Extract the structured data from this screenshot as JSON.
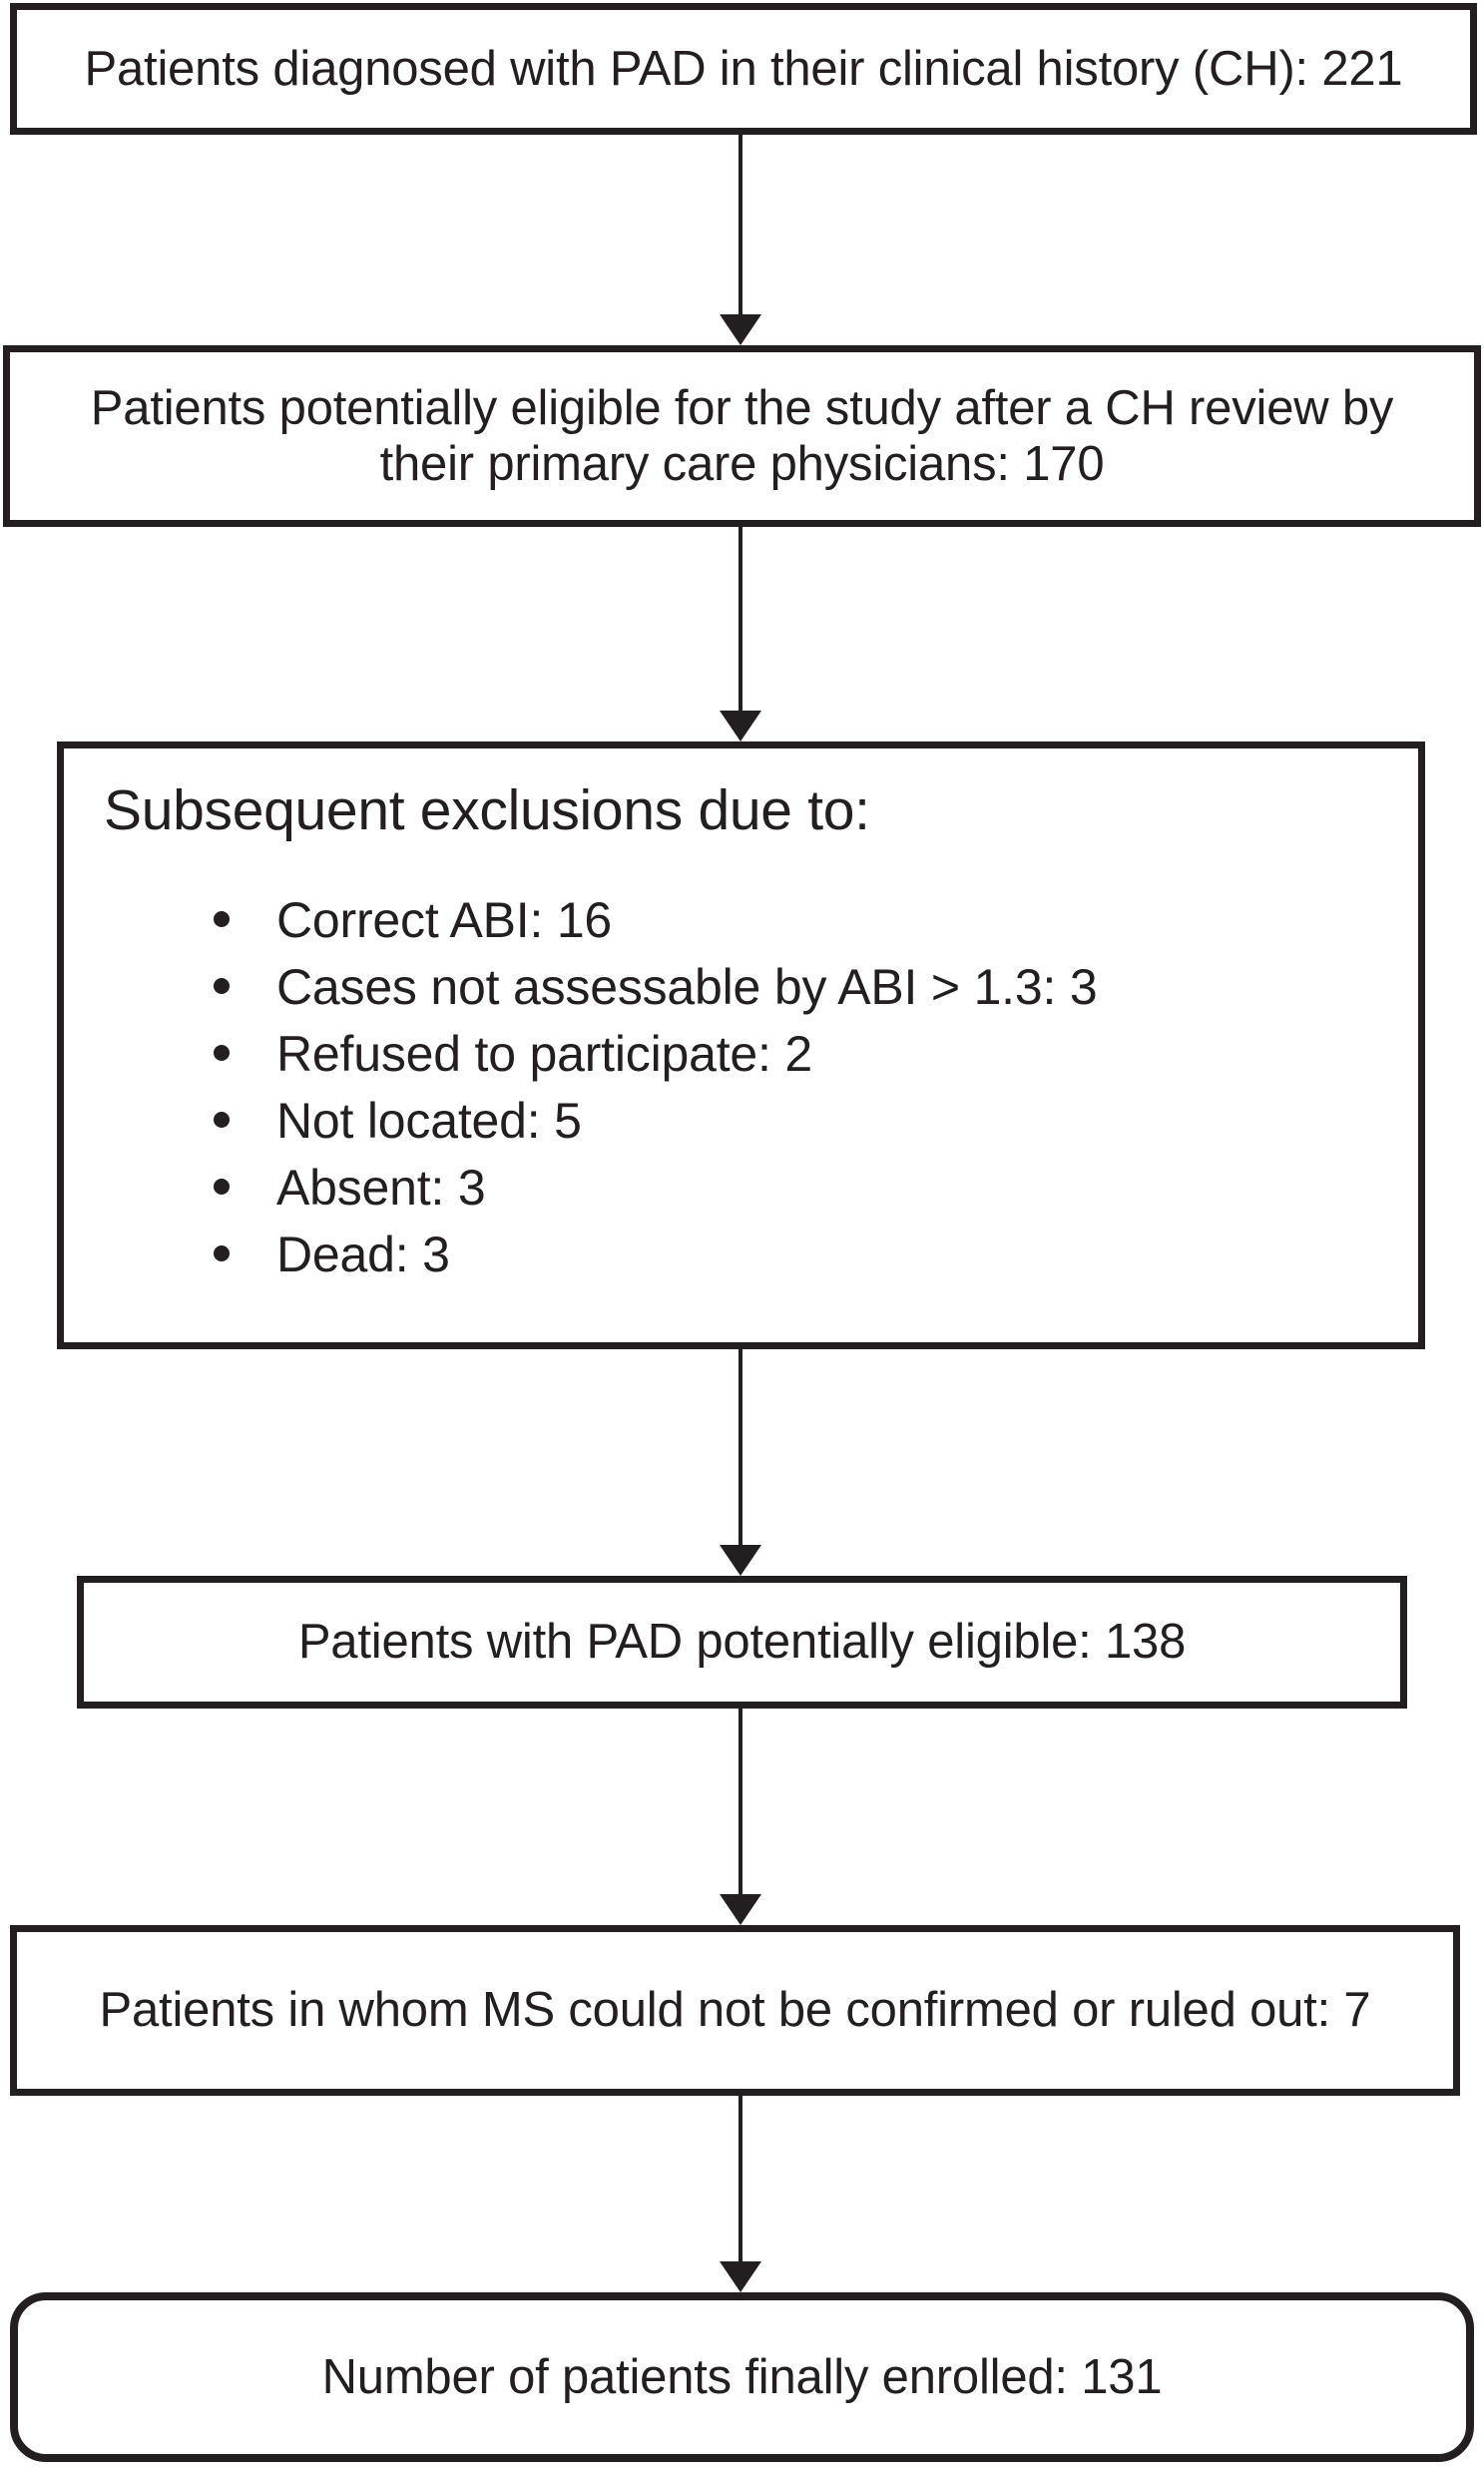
{
  "colors": {
    "ink": "#231f20",
    "bg": "#ffffff"
  },
  "flow": {
    "box1": {
      "text": "Patients diagnosed with PAD in their clinical history (CH): 221"
    },
    "box2": {
      "lines": [
        "Patients potentially eligible for the study after a CH review by",
        "their primary care physicians: 170"
      ]
    },
    "exclusions": {
      "title": "Subsequent exclusions due to:",
      "bullets": [
        "Correct ABI: 16",
        "Cases not assessable by ABI > 1.3: 3",
        "Refused to participate: 2",
        "Not located: 5",
        "Absent: 3",
        "Dead: 3"
      ]
    },
    "box4": {
      "text": "Patients with PAD potentially eligible: 138"
    },
    "box5": {
      "text": "Patients in whom MS could not be confirmed or ruled out: 7"
    },
    "box6": {
      "text": "Number of patients finally enrolled: 131"
    }
  }
}
